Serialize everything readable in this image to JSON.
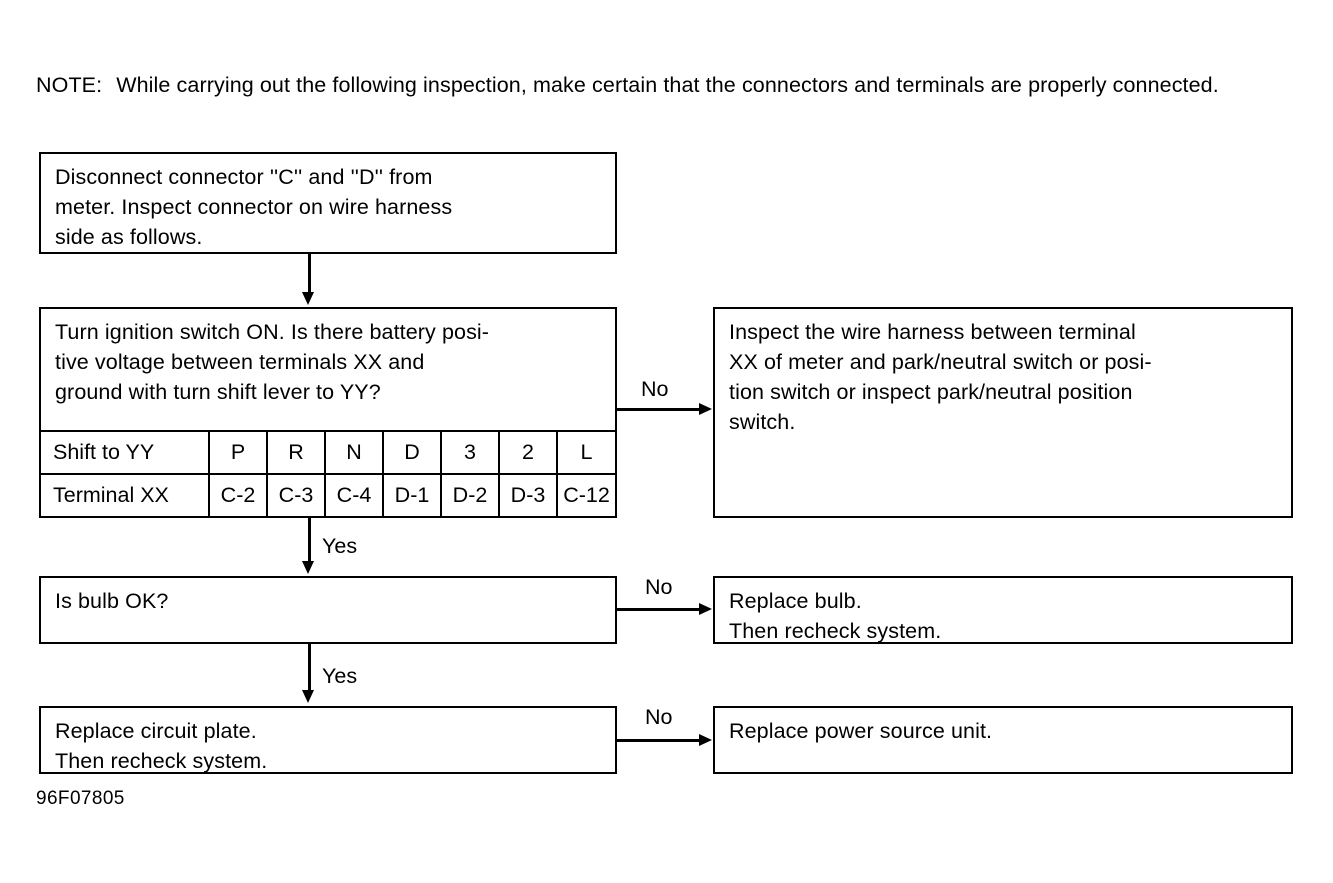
{
  "note": {
    "label": "NOTE:",
    "text": "While carrying out the following inspection, make certain that the connectors and terminals are properly connected."
  },
  "boxes": {
    "disconnect": "Disconnect connector ''C'' and ''D'' from\nmeter. Inspect connector on wire harness\nside as follows.",
    "question": "Turn ignition switch ON. Is there battery posi-\ntive voltage between terminals XX and\nground with turn shift lever to YY?",
    "harness": "Inspect the wire harness between terminal\nXX of meter and park/neutral switch or posi-\ntion switch or inspect park/neutral position\nswitch.",
    "bulb": "Is bulb OK?",
    "replace_bulb": "Replace bulb.\nThen recheck system.",
    "replace_circuit_plate": "Replace circuit plate.\nThen recheck system.",
    "replace_power_source": "Replace power source unit."
  },
  "table": {
    "rows": [
      {
        "header": "Shift to YY",
        "cells": [
          "P",
          "R",
          "N",
          "D",
          "3",
          "2",
          "L"
        ]
      },
      {
        "header": "Terminal XX",
        "cells": [
          "C-2",
          "C-3",
          "C-4",
          "D-1",
          "D-2",
          "D-3",
          "C-12"
        ]
      }
    ]
  },
  "edges": {
    "yes1": "Yes",
    "yes2": "Yes",
    "no1": "No",
    "no2": "No",
    "no3": "No"
  },
  "caption": "96F07805",
  "colors": {
    "ink": "#000000",
    "paper": "#ffffff"
  }
}
